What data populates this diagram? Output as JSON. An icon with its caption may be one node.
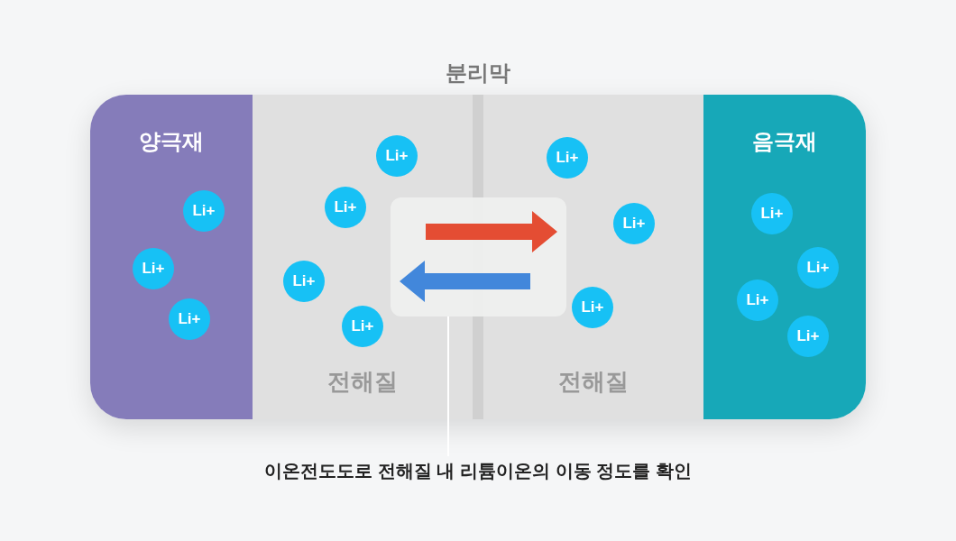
{
  "diagram": {
    "nodes": [
      {
        "text": [
          "양극재"
        ]
      },
      {
        "text": [
          "Li+"
        ],
        "in": 0
      },
      {
        "text": [
          "Li+"
        ],
        "in": 0
      },
      {
        "text": [
          "Li+"
        ],
        "in": 0
      },
      {
        "text": [
          "전해질"
        ]
      },
      {
        "text": [
          "Li+"
        ],
        "in": 4
      },
      {
        "text": [
          "Li+"
        ],
        "in": 4
      },
      {
        "text": [
          "Li+"
        ],
        "in": 4
      },
      {
        "text": [
          "Li+"
        ],
        "in": 4
      },
      {
        "text": [
          "분리막"
        ]
      },
      {
        "text": [
          "전해질"
        ]
      },
      {
        "text": [
          "Li+"
        ],
        "in": 10
      },
      {
        "text": [
          "Li+"
        ],
        "in": 10
      },
      {
        "text": [
          "Li+"
        ],
        "in": 10
      },
      {
        "text": [
          "음극재"
        ]
      },
      {
        "text": [
          "Li+"
        ],
        "in": 14
      },
      {
        "text": [
          "Li+"
        ],
        "in": 14
      },
      {
        "text": [
          "Li+"
        ],
        "in": 14
      },
      {
        "text": [
          "Li+"
        ],
        "in": 14
      },
      {
        "text": [],
        "shape": "box"
      },
      {
        "text": [
          "이온전도도로 전해질 내 리튬이온의 이동 정도를 확인"
        ]
      }
    ],
    "edges": [
      {
        "from": 20,
        "to": 19,
        "arrow": "none"
      }
    ]
  }
}
